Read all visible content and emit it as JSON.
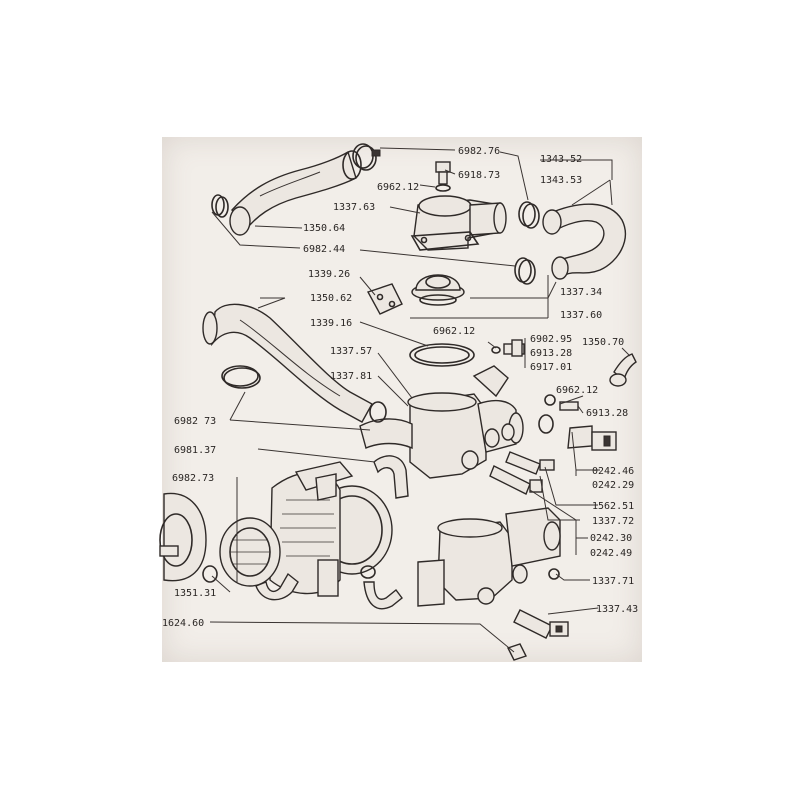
{
  "parts": {
    "p1": "6982.76",
    "p2": "6918.73",
    "p3": "6962.12",
    "p4": "1337.63",
    "p5": "1350.64",
    "p6": "6982.44",
    "p7": "1343.52",
    "p8": "1343.53",
    "p9": "1337.34",
    "p10": "1337.60",
    "p11": "1339.26",
    "p12": "1350.62",
    "p13": "1339.16",
    "p14": "6962.12",
    "p15": "6902.95",
    "p16": "6913.28",
    "p17": "6917.01",
    "p18": "1350.70",
    "p19": "1337.57",
    "p20": "1337.81",
    "p21": "6962.12",
    "p22": "6913.28",
    "p23": "6982 73",
    "p24": "6981.37",
    "p25": "0242.46",
    "p26": "0242.29",
    "p27": "6982.73",
    "p28": "1562.51",
    "p29": "1337.72",
    "p30": "0242.30",
    "p31": "0242.49",
    "p32": "1337.71",
    "p33": "1351.31",
    "p34": "1337.43",
    "p35": "1624.60"
  }
}
